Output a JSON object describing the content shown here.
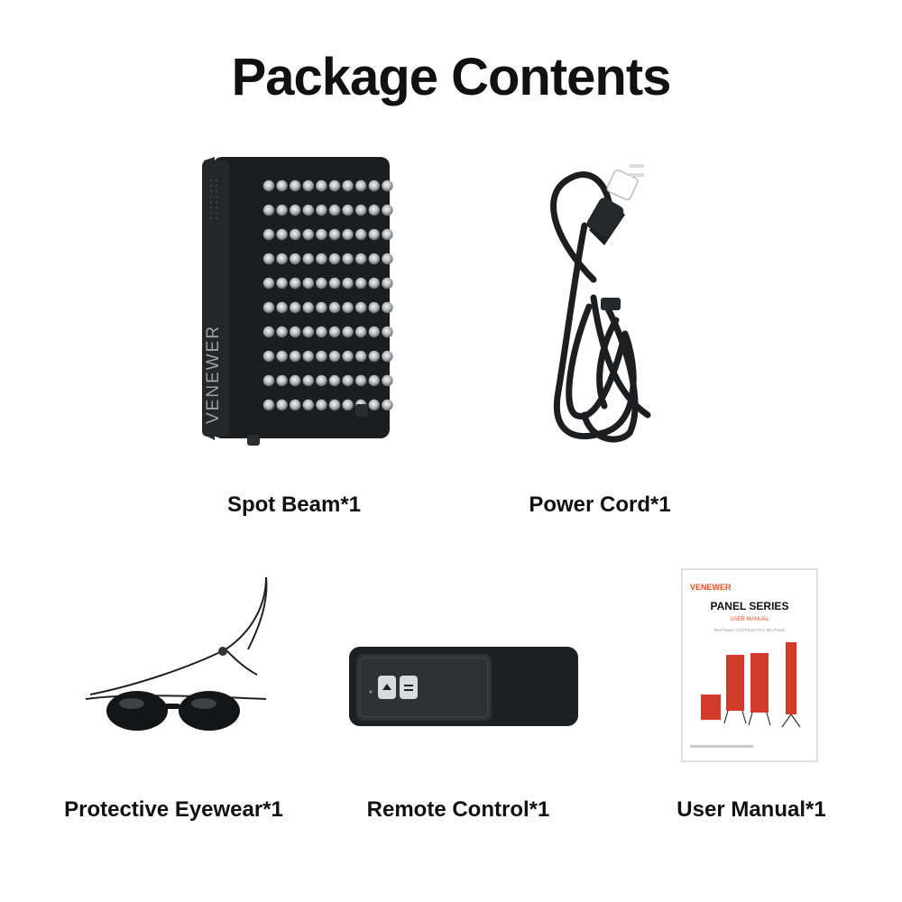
{
  "title": "Package Contents",
  "items": [
    {
      "label": "Spot Beam*1",
      "icon": "led-panel-icon"
    },
    {
      "label": "Power Cord*1",
      "icon": "power-cord-icon"
    },
    {
      "label": "Protective Eyewear*1",
      "icon": "eyewear-icon"
    },
    {
      "label": "Remote Control*1",
      "icon": "remote-control-icon"
    },
    {
      "label": "User Manual*1",
      "icon": "user-manual-icon"
    }
  ],
  "panel": {
    "brand": "VENEWER"
  },
  "manual": {
    "brand": "VENEWER",
    "series": "PANEL SERIES",
    "subtitle": "USER MANUAL",
    "models": "Red Panel / Grid Panel Pro / Mini Panel"
  },
  "colors": {
    "background": "#ffffff",
    "text": "#111111",
    "brand_orange": "#e8561e",
    "led_red": "#d23a2a"
  }
}
